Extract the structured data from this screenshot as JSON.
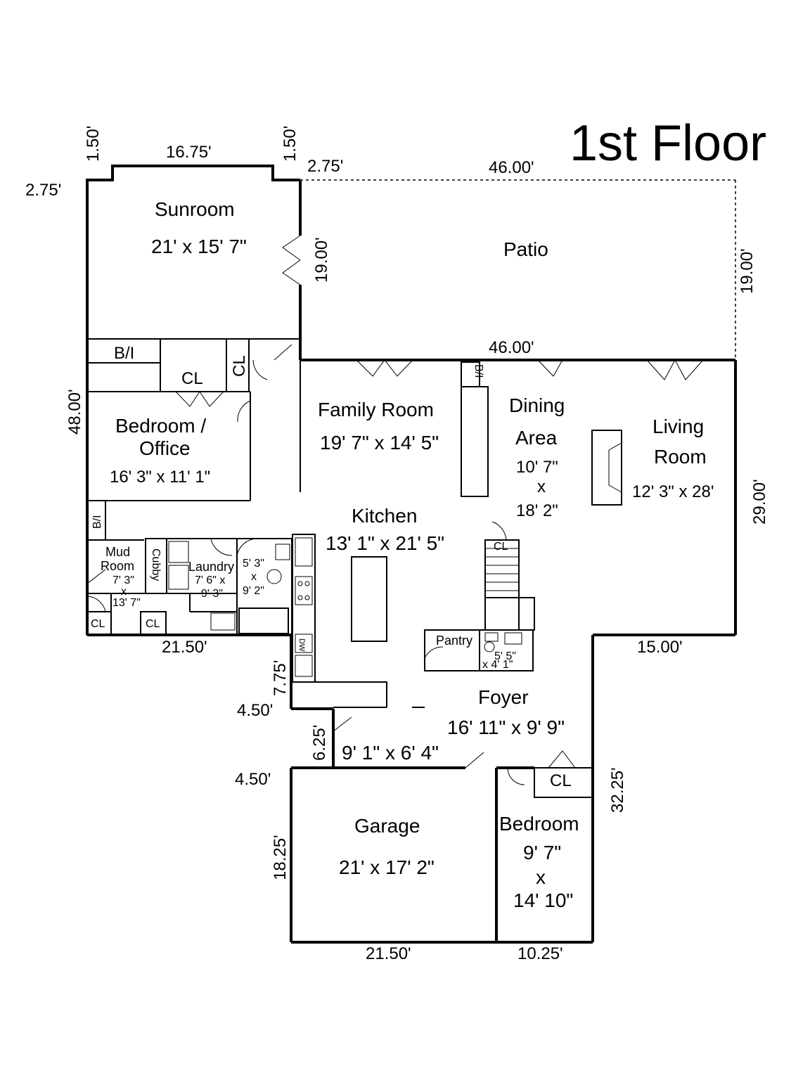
{
  "title": "1st Floor",
  "rooms": {
    "sunroom": {
      "name": "Sunroom",
      "size": "21' x 15' 7\""
    },
    "patio": {
      "name": "Patio"
    },
    "family_room": {
      "name": "Family Room",
      "size": "19' 7\" x 14' 5\""
    },
    "dining": {
      "name_1": "Dining",
      "name_2": "Area",
      "size_1": "10' 7\"",
      "size_x": "x",
      "size_2": "18' 2\""
    },
    "living": {
      "name_1": "Living",
      "name_2": "Room",
      "size": "12' 3\" x 28'"
    },
    "bedroom_office": {
      "name_1": "Bedroom /",
      "name_2": "Office",
      "size": "16' 3\" x 11' 1\""
    },
    "kitchen": {
      "name": "Kitchen",
      "size": "13' 1\" x 21' 5\""
    },
    "mud_room": {
      "name_1": "Mud",
      "name_2": "Room",
      "size_1": "7' 3\"",
      "size_x": "x",
      "size_2": "13' 7\""
    },
    "laundry": {
      "name": "Laundry",
      "size_1": "7' 6\" x",
      "size_2": "9' 3\""
    },
    "bath": {
      "size_1": "5' 3\"",
      "size_x": "x",
      "size_2": "9' 2\""
    },
    "pantry": {
      "name": "Pantry"
    },
    "half_bath": {
      "size_1": "5' 5\"",
      "size_2": "x 4' 1\""
    },
    "foyer": {
      "name": "Foyer",
      "size": "16' 11\" x 9' 9\""
    },
    "entry": {
      "size": "9' 1\" x 6' 4\""
    },
    "garage": {
      "name": "Garage",
      "size": "21' x 17' 2\""
    },
    "bedroom": {
      "name": "Bedroom",
      "size_1": "9' 7\"",
      "size_x": "x",
      "size_2": "14' 10\""
    }
  },
  "labels": {
    "bi": "B/I",
    "cl": "CL",
    "cubby": "Cubby",
    "dw": "DW"
  },
  "dimensions": {
    "d_1_50_left": "1.50'",
    "d_16_75": "16.75'",
    "d_1_50_right": "1.50'",
    "d_2_75_left": "2.75'",
    "d_2_75_right": "2.75'",
    "d_46_top": "46.00'",
    "d_19_sun": "19.00'",
    "d_19_patio": "19.00'",
    "d_46_mid": "46.00'",
    "d_48": "48.00'",
    "d_29": "29.00'",
    "d_21_50_top": "21.50'",
    "d_15": "15.00'",
    "d_7_75": "7.75'",
    "d_4_50_a": "4.50'",
    "d_6_25": "6.25'",
    "d_4_50_b": "4.50'",
    "d_32_25": "32.25'",
    "d_18_25": "18.25'",
    "d_21_50_bottom": "21.50'",
    "d_10_25": "10.25'"
  }
}
